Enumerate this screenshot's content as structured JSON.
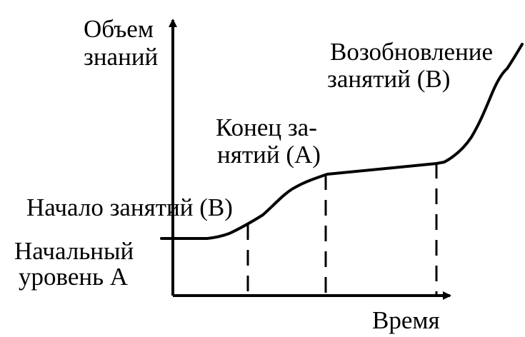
{
  "axes": {
    "y_label": [
      "Объем",
      "знаний"
    ],
    "x_label": "Время"
  },
  "annotations": {
    "initial_level": [
      "Начальный",
      "уровень А"
    ],
    "start_of_classes": "Начало занятий (В)",
    "end_of_classes": [
      "Конец за-",
      "нятий (А)"
    ],
    "resumption": [
      "Возобновление",
      "занятий (В)"
    ]
  }
}
